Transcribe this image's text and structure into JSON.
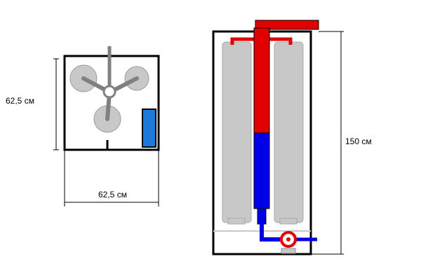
{
  "dimensions": {
    "top_view_height": "62,5 см",
    "top_view_width": "62,5 см",
    "front_view_height": "150 см"
  },
  "colors": {
    "hot_water": "#e00000",
    "cold_water": "#0000e6",
    "cylinder_fill": "#c8c8c8",
    "frame": "#000000",
    "blue_panel": "#1c7ad8",
    "pump_ring": "#e00000"
  }
}
